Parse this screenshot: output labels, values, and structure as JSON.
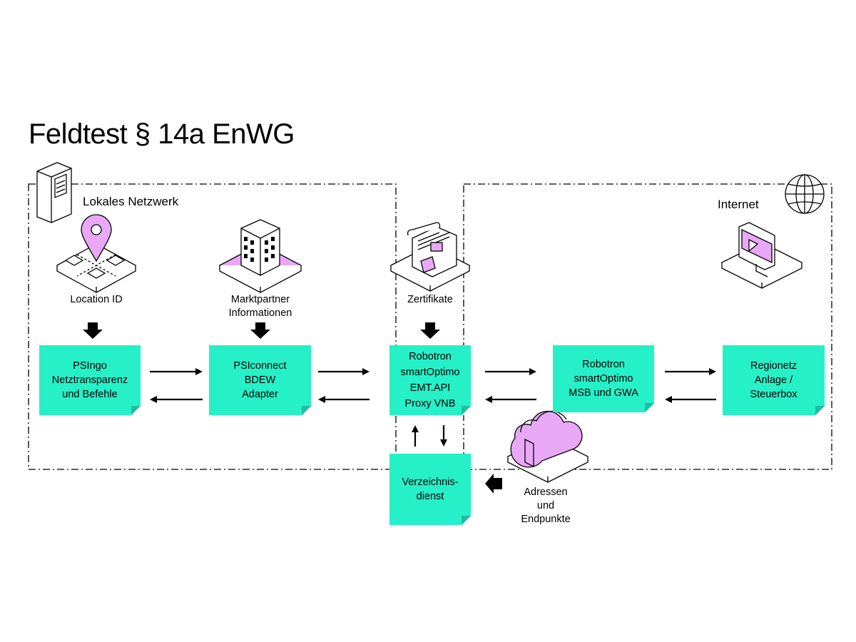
{
  "title": "Feldtest § 14a EnWG",
  "zones": {
    "local_label": "Lokales Netzwerk",
    "internet_label": "Internet"
  },
  "icons": {
    "location": {
      "label": "Location ID"
    },
    "market": {
      "lines": [
        "Marktpartner",
        "Informationen"
      ]
    },
    "cert": {
      "label": "Zertifikate"
    },
    "cloud": {
      "lines": [
        "Adressen",
        "und",
        "Endpunkte"
      ]
    }
  },
  "nodes": [
    {
      "id": "psingo",
      "lines": [
        "PSIngo",
        "Netztransparenz",
        "und Befehle"
      ]
    },
    {
      "id": "psiconnect",
      "lines": [
        "PSIconnect",
        "BDEW",
        "Adapter"
      ]
    },
    {
      "id": "emt",
      "lines": [
        "Robotron",
        "smartOptimo",
        "EMT.API",
        "Proxy VNB"
      ]
    },
    {
      "id": "msb",
      "lines": [
        "Robotron",
        "smartOptimo",
        "MSB und GWA"
      ]
    },
    {
      "id": "regionetz",
      "lines": [
        "Regionetz",
        "Anlage /",
        "Steuerbox"
      ]
    },
    {
      "id": "verzeichnis",
      "lines": [
        "Verzeichnis-",
        "dienst"
      ]
    }
  ],
  "colors": {
    "note": "#26f0c8",
    "accent": "#e8a8f5",
    "line": "#000000"
  }
}
